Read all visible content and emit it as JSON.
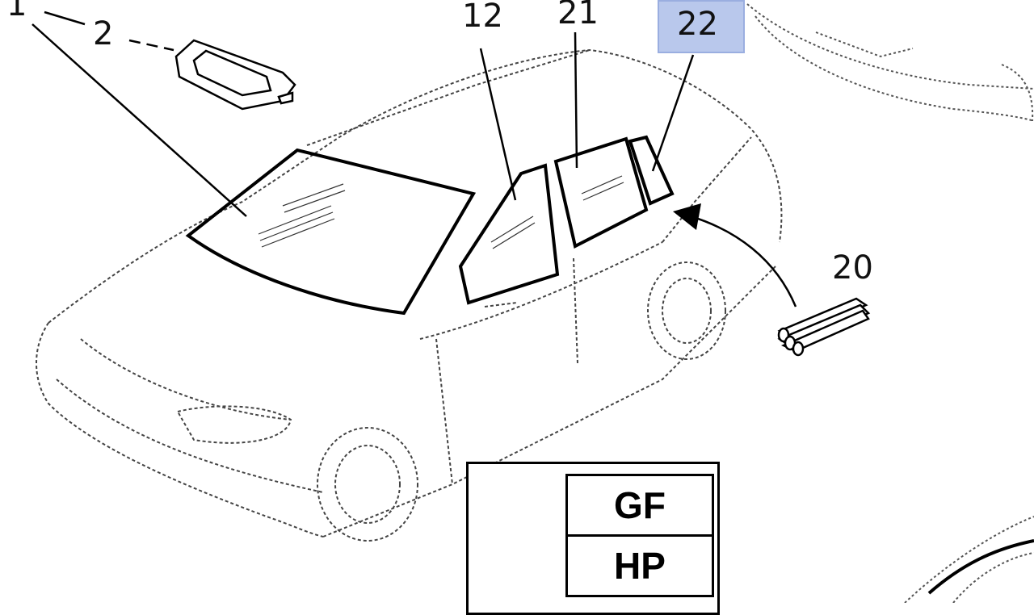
{
  "callouts": {
    "c1": "1",
    "c2": "2",
    "c12": "12",
    "c21": "21",
    "c22": "22",
    "c20": "20"
  },
  "code_table": {
    "row1": "GF",
    "row2": "HP"
  },
  "colors": {
    "highlight": "#b9c8ec",
    "line": "#000000",
    "sketch": "#444444"
  }
}
